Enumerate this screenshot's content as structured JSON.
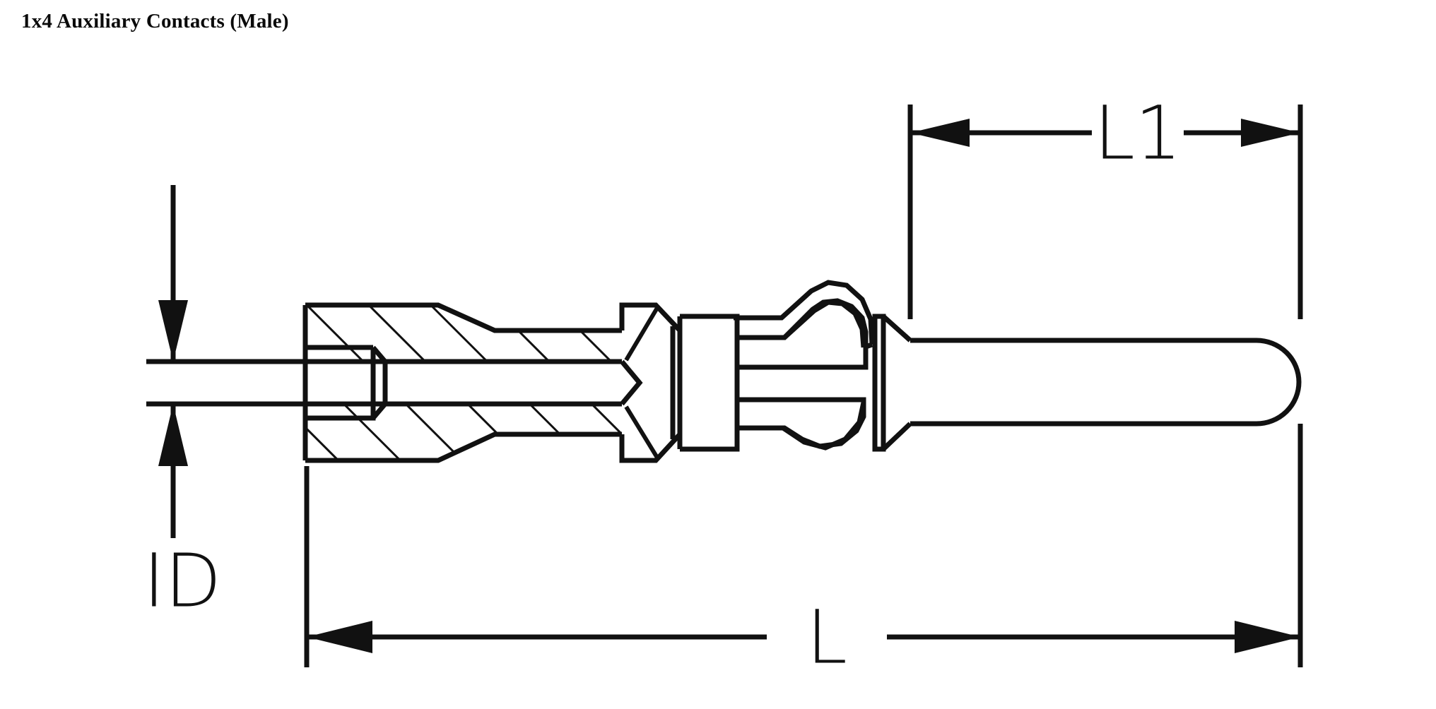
{
  "title": "1x4 Auxiliary Contacts (Male)",
  "drawing": {
    "kind": "engineering-cross-section",
    "subject": "male auxiliary contact pin",
    "line_color": "#111111",
    "background_color": "#ffffff"
  },
  "dimensions": {
    "overall_length": {
      "label": "L",
      "orientation": "horizontal",
      "position": "bottom",
      "arrow_style": "double-ended-inward"
    },
    "pin_length": {
      "label": "L1",
      "orientation": "horizontal",
      "position": "top",
      "arrow_style": "double-ended-inward"
    },
    "inner_diameter": {
      "label": "ID",
      "orientation": "vertical",
      "position": "left",
      "arrow_style": "double-ended-outward"
    }
  }
}
